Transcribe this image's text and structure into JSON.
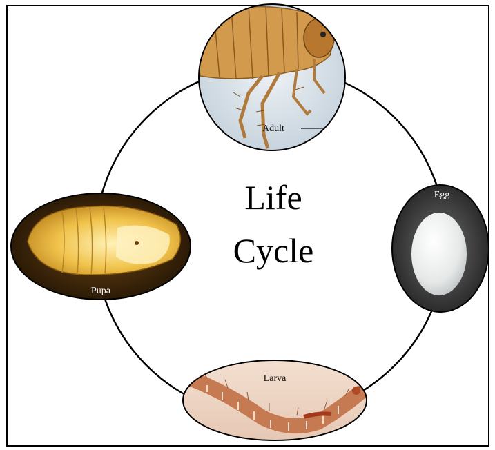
{
  "title": {
    "line1": "Life",
    "line2": "Cycle"
  },
  "stages": {
    "adult": {
      "label": "Adult"
    },
    "egg": {
      "label": "Egg"
    },
    "larva": {
      "label": "Larva"
    },
    "pupa": {
      "label": "Pupa"
    }
  },
  "colors": {
    "frame": "#000000",
    "ring": "#000000",
    "adult_bg": "#d8e2ea",
    "adult_body": "#c98a3a",
    "egg_bg": "#3a3a3a",
    "egg_body": "#e8eaea",
    "larva_bg": "#eed7c6",
    "larva_body": "#c87a54",
    "pupa_bg": "#3a2408",
    "pupa_body": "#f0c855"
  }
}
